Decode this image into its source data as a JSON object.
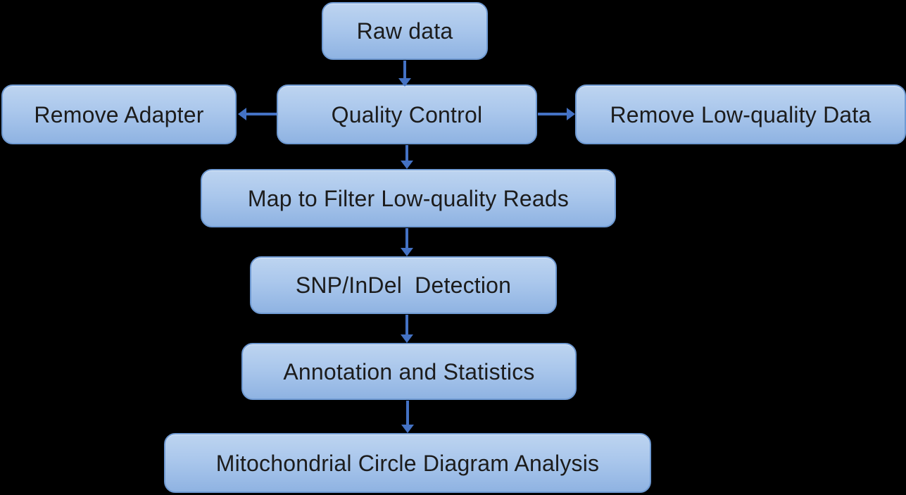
{
  "diagram": {
    "title": "Mitochondrial sequencing analysis pipeline flowchart",
    "background_color": "#000000",
    "node_fill_top": "#bdd4f0",
    "node_fill_bottom": "#8fb3e2",
    "node_border_color": "#6f9ad3",
    "node_text_color": "#1c1c1c",
    "arrow_color": "#4472c4",
    "nodes": [
      {
        "id": "raw-data",
        "label": "Raw data"
      },
      {
        "id": "remove-adapter",
        "label": "Remove Adapter"
      },
      {
        "id": "quality-control",
        "label": "Quality Control"
      },
      {
        "id": "remove-low-quality-data",
        "label": "Remove Low-quality Data"
      },
      {
        "id": "map-to-filter",
        "label": "Map to Filter Low-quality Reads"
      },
      {
        "id": "snp-indel-detection",
        "label": "SNP/InDel  Detection"
      },
      {
        "id": "annotation-statistics",
        "label": "Annotation and Statistics"
      },
      {
        "id": "mitochondrial-analysis",
        "label": "Mitochondrial Circle Diagram Analysis"
      }
    ],
    "edges": [
      {
        "from": "raw-data",
        "to": "quality-control",
        "direction": "down"
      },
      {
        "from": "quality-control",
        "to": "remove-adapter",
        "direction": "left"
      },
      {
        "from": "quality-control",
        "to": "remove-low-quality-data",
        "direction": "right"
      },
      {
        "from": "quality-control",
        "to": "map-to-filter",
        "direction": "down"
      },
      {
        "from": "map-to-filter",
        "to": "snp-indel-detection",
        "direction": "down"
      },
      {
        "from": "snp-indel-detection",
        "to": "annotation-statistics",
        "direction": "down"
      },
      {
        "from": "annotation-statistics",
        "to": "mitochondrial-analysis",
        "direction": "down"
      }
    ]
  }
}
